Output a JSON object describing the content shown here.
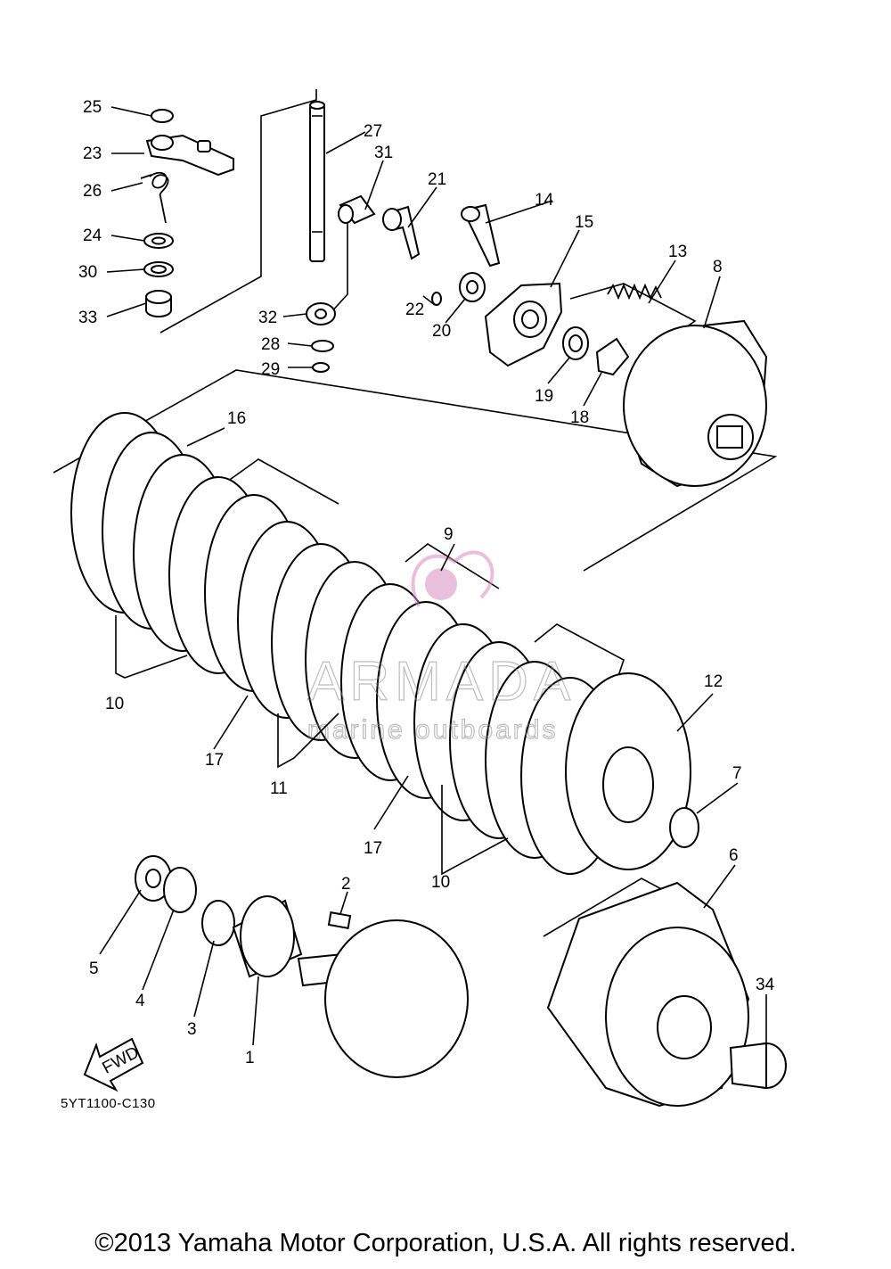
{
  "diagram": {
    "part_code": "5YT1100-C130",
    "copyright": "©2013 Yamaha Motor Corporation, U.S.A. All rights reserved.",
    "fwd_label": "FWD",
    "watermark": {
      "brand": "ARMADA",
      "tagline": "marine outboards"
    },
    "callouts": [
      "1",
      "2",
      "3",
      "4",
      "5",
      "6",
      "7",
      "8",
      "9",
      "10",
      "10",
      "10",
      "11",
      "12",
      "13",
      "14",
      "15",
      "16",
      "17",
      "17",
      "18",
      "19",
      "20",
      "21",
      "22",
      "23",
      "24",
      "25",
      "26",
      "27",
      "28",
      "29",
      "30",
      "31",
      "32",
      "33",
      "34"
    ]
  }
}
